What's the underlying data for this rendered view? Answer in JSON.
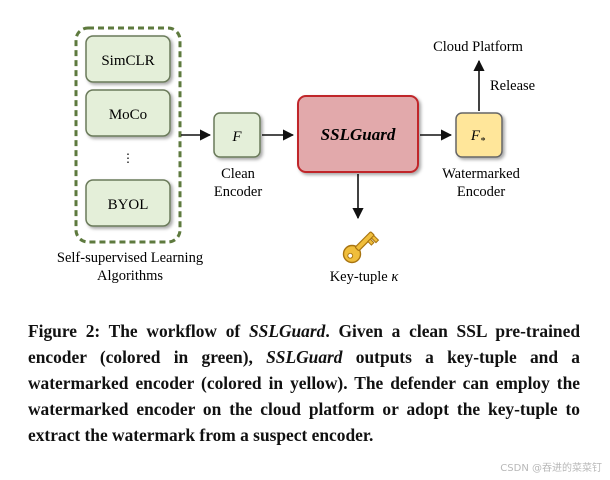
{
  "diagram": {
    "algorithms": [
      "SimCLR",
      "MoCo",
      "BYOL"
    ],
    "ellipsis": "⋮",
    "group_label_line1": "Self-supervised Learning",
    "group_label_line2": "Algorithms",
    "clean_encoder_symbol": "F",
    "clean_encoder_label_line1": "Clean",
    "clean_encoder_label_line2": "Encoder",
    "ssl_guard_label": "SSLGuard",
    "watermarked_symbol": "F",
    "watermarked_subscript": "*",
    "watermarked_label_line1": "Watermarked",
    "watermarked_label_line2": "Encoder",
    "cloud_platform_label": "Cloud Platform",
    "release_label": "Release",
    "key_tuple_label": "Key-tuple",
    "key_tuple_symbol": "κ",
    "colors": {
      "green_fill": "#e4efd9",
      "green_border": "#6a7a5a",
      "group_dash": "#5e7a3e",
      "red_fill": "#e2a9ab",
      "red_border": "#c0282c",
      "yellow_fill": "#ffe69a",
      "yellow_border": "#666666",
      "key_fill": "#f0be3c"
    }
  },
  "caption": {
    "p1": "Figure 2: The workflow of ",
    "em1": "SSLGuard",
    "p2": ". Given a clean SSL pre-trained encoder (colored in green), ",
    "em2": "SSLGuard",
    "p3": " outputs a key-tuple and a watermarked encoder (colored in yellow). The defender can employ the watermarked encoder on the cloud platform or adopt the key-tuple to extract the watermark from a suspect encoder."
  },
  "watermark": "CSDN @吞进的菜菜钉"
}
